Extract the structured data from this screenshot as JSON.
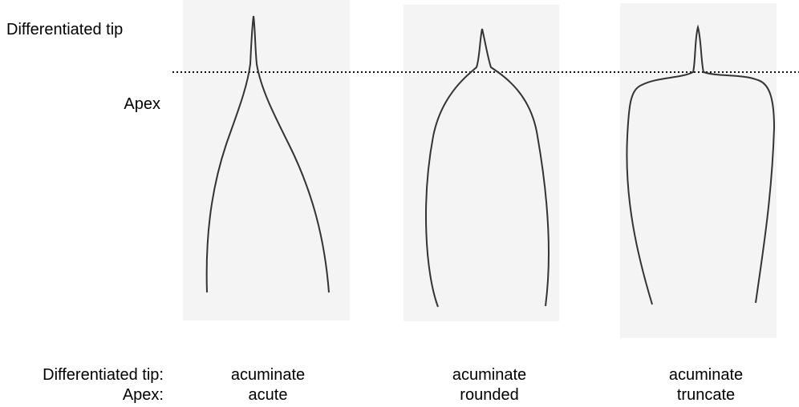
{
  "labels": {
    "differentiated_tip": "Differentiated tip",
    "apex": "Apex"
  },
  "footer": {
    "row1_label": "Differentiated tip:",
    "row2_label": "Apex:"
  },
  "shapes": [
    {
      "tip": "acuminate",
      "apex": "acute"
    },
    {
      "tip": "acuminate",
      "apex": "rounded"
    },
    {
      "tip": "acuminate",
      "apex": "truncate"
    }
  ]
}
